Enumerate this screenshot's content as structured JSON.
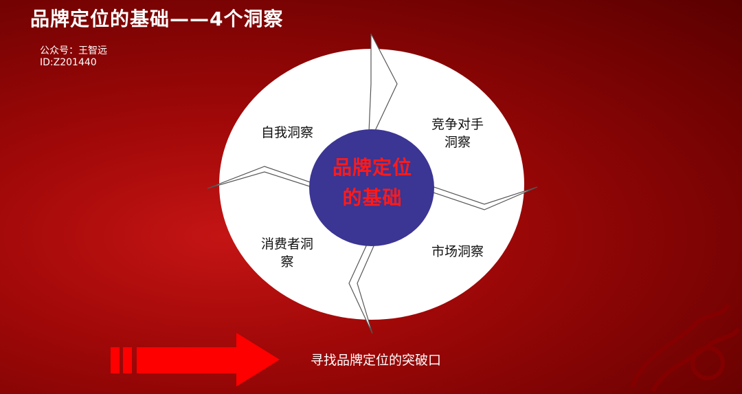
{
  "header": {
    "title": "品牌定位的基础——4个洞察"
  },
  "meta": {
    "account": "公众号：王智远",
    "id": "ID:Z201440"
  },
  "diagram": {
    "center": {
      "line1": "品牌定位",
      "line2": "的基础"
    },
    "quadrants": {
      "top_left": "自我洞察",
      "top_right_line1": "竞争对手",
      "top_right_line2": "洞察",
      "bottom_left_line1": "消费者洞",
      "bottom_left_line2": "察",
      "bottom_right": "市场洞察"
    }
  },
  "footer": {
    "text": "寻找品牌定位的突破口"
  },
  "colors": {
    "background": "#a00808",
    "ellipse": "#ffffff",
    "center_circle": "#3b3593",
    "center_text": "#ff1a1a",
    "arrow": "#ff0000"
  }
}
